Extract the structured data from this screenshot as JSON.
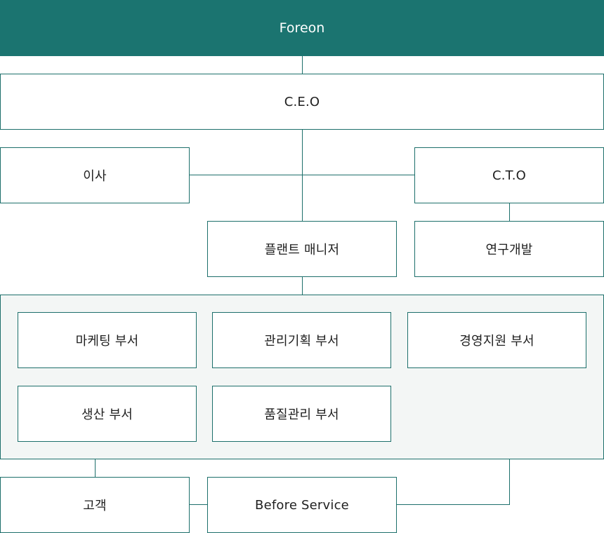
{
  "header": {
    "title": "Foreon"
  },
  "nodes": {
    "ceo": "C.E.O",
    "director": "이사",
    "cto": "C.T.O",
    "plant_manager": "플랜트 매니저",
    "rnd": "연구개발",
    "marketing": "마케팅 부서",
    "planning": "관리기획 부서",
    "management_support": "경영지원 부서",
    "production": "생산 부서",
    "quality": "품질관리 부서",
    "customer": "고객",
    "before_service": "Before Service"
  },
  "colors": {
    "header_bg": "#1b7470",
    "border": "#1d6f6b",
    "group_bg": "#f3f6f5"
  }
}
